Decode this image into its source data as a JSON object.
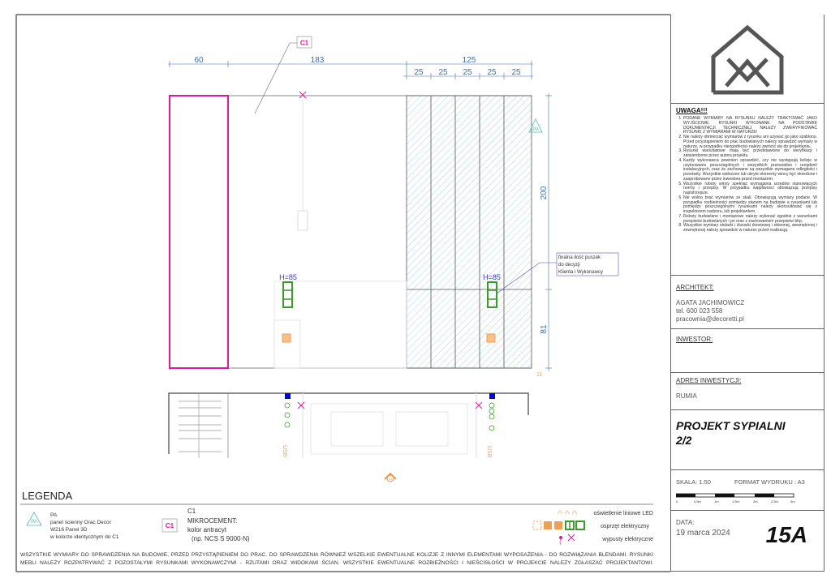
{
  "drawing": {
    "callout_c1": "C1",
    "dims_top": [
      "60",
      "183",
      "125"
    ],
    "dims_sub": [
      "25",
      "25",
      "25",
      "25",
      "25"
    ],
    "dims_vertical": [
      "200",
      "81"
    ],
    "height_labels": [
      "H=85",
      "H=85"
    ],
    "note": [
      "finalna ilość puszek",
      "do decyzji",
      "Klienta i Wykonawcy"
    ],
    "pa_tag": "PA",
    "section_mark": "11",
    "usb_labels": [
      "USB",
      "USB"
    ],
    "floor_mark": "11"
  },
  "legend": {
    "title": "LEGENDA",
    "pa": {
      "tag": "PA",
      "lines": [
        "PA",
        "panel ścienny Orac Decor",
        "W216 Panel 3D",
        "w kolorze identycznym do C1"
      ]
    },
    "c1": {
      "tag": "C1",
      "lines": [
        "C1",
        "MIKROCEMENT:",
        "kolor antracyt",
        "(np. NCS S 9000-N)"
      ]
    },
    "items": [
      "oświetlenie liniowe LED",
      "osprzęt elektryczny",
      "wypusty elektryczne"
    ]
  },
  "footer": [
    "WSZYSTKIE WYMIARY DO SPRAWDZENIA NA BUDOWIE, PRZED PRZYSTĄPIENIEM DO PRAC. DO SPRAWDZENIA RÓWNIEŻ WSZELKIE EWENTUALNE KOLIZJE Z INNYMI ELEMENTAMI WYPOSAŻENIA - DO ROZWIĄZANIA BLENDAMI. RYSUNKI",
    "MEBLI NALEŻY ROZPATRYWAĆ Z POZOSTAŁYMI RYSUNKAMI WYKONAWCZYMI - RZUTAMI ORAZ WIDOKAMI ŚCIAN. WSZYSTKIE EWENTUALNE ROZBIEŻNOŚCI I NIEŚCISŁOŚCI W PROJEKCIE NALEŻY ZGŁASZAĆ PROJEKTANTOWI."
  ],
  "title_block": {
    "uwaga_title": "UWAGA!!!",
    "notes": [
      "PODANE WYMIARY NA RYSUNKU NALEŻY TRAKTOWAĆ JAKO WYJŚCIOWE. RYSUNKI WYKONANE NA PODSTAWIE DOKUMENTACJI TECHNICZNEJ. NALEŻY ZWERYFIKOWAĆ RYSUNKI Z WYMIARAMI W NATURZE!",
      "Nie należy obmierzać wymiarów z rysunku ani używać go jako szablonu. Przed przystąpieniem do prac budowlanych należy sprawdzić wymiary w naturze, w przypadku niezgodności należy zwrócić się do projektanta.",
      "Rysunki warsztatowe mają być przedstawione do weryfikacji i zatwierdzone przez autora projektu.",
      "Każdy wykonawca powinien sprawdzić, czy nie występują kolizje w usytuowaniu poszczególnych i wszystkich przewodów i urządzeń instalacyjnych, oraz że zachowane są wszystkie wymagane odległości i prześwity. Wszystkie widoczne lub ukryte elementy winny być określone i zaaprobowane przez inwestora przed montażem.",
      "Wszystkie roboty winny spełniać wymagania urzędów stanowiących normy i przepisy. W przypadku wątpliwości obowiązują przepisy najostrzejsze.",
      "Nie wolno brać wymiarów ze skali. Obowiązują wymiary podane. W przypadku rozbieżności pomiędzy stanem na budowie a rysunkami lub pomiędzy poszczególnymi rysunkami należy skonsultować się z inspektorem nadzoru, lub projektantem.",
      "Roboty budowlane i montażowe należy wykonać zgodnie z warunkami przepisów budowlanych i pn oraz z zachowaniem przepisów bhp.",
      "Wszystkie wymiary stolarki i ślusarki drzwiowej i okiennej, wewnętrznej i zewnętrznej należy sprawdzić w naturze przed realizacją."
    ],
    "architekt_label": "ARCHITEKT:",
    "architekt_lines": [
      "AGATA JACHIMOWICZ",
      "tel. 600 023 558",
      "pracownia@decoretti.pl"
    ],
    "inwestor_label": "INWESTOR:",
    "adres_label": "ADRES INWESTYCJI:",
    "adres": "RUMIA",
    "project_title": [
      "PROJEKT SYPIALNI",
      "2/2"
    ],
    "skala": "SKALA: 1:50",
    "format": "FORMAT WYDRUKU : A3",
    "scale_ticks": [
      "0",
      "0,5m",
      "1m",
      "1,5m",
      "2m",
      "2,5m",
      "3m"
    ],
    "data_label": "DATA:",
    "date": "19 marca 2024",
    "sheet": "15A"
  },
  "colors": {
    "magenta": "#e0199a",
    "dim": "#3f6fa8",
    "green": "#3a9a2a",
    "orange": "#f0a050",
    "hatch": "#9cc6d4",
    "blue": "#0000ee"
  }
}
